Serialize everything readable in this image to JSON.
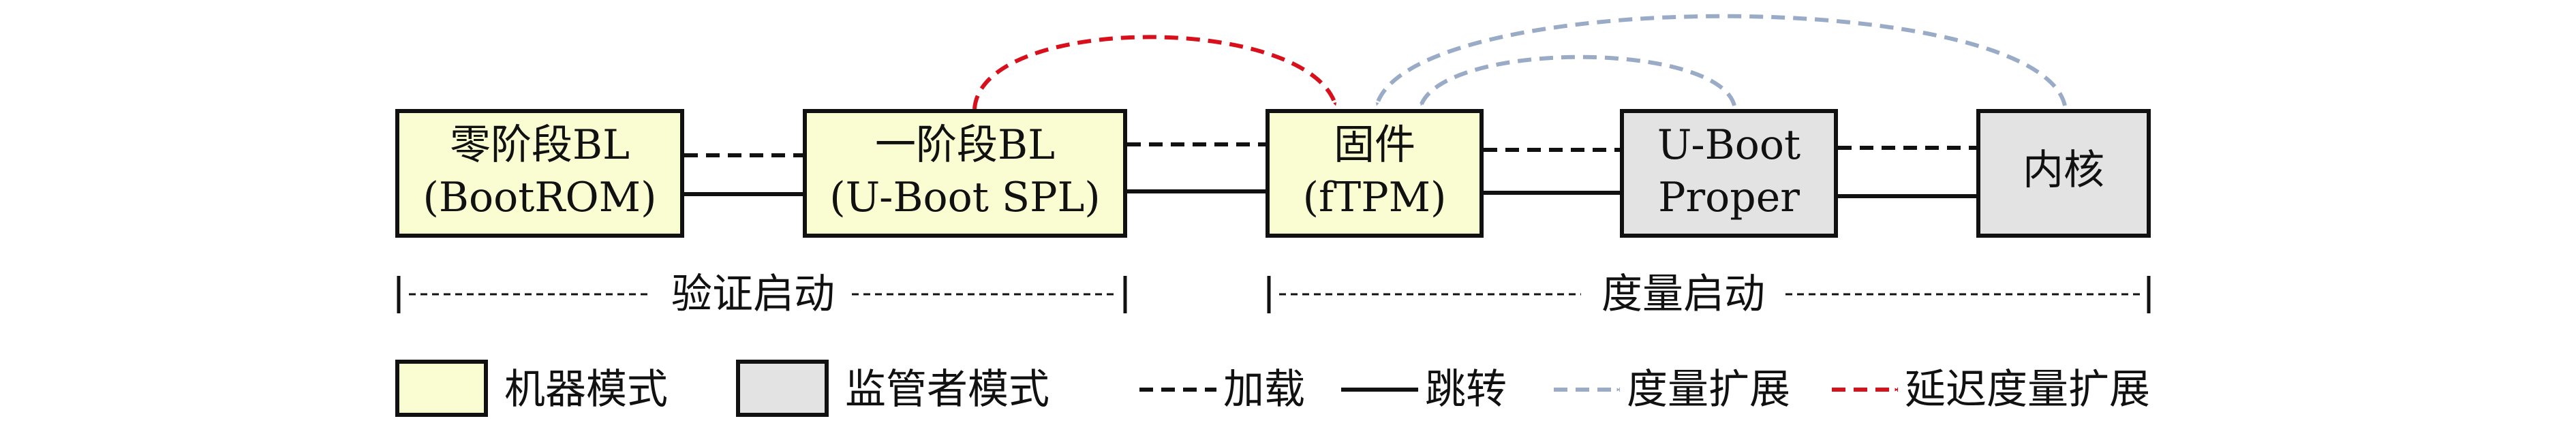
{
  "colors": {
    "machine_mode": "#fafcd2",
    "supervisor_mode": "#e3e3e3",
    "border": "#111111",
    "measure_extend": "#9aabc8",
    "deferred_measure_extend": "#d8101c"
  },
  "nodes": [
    {
      "id": "bl0",
      "line1": "零阶段BL",
      "line2": "(BootROM)",
      "mode": "machine"
    },
    {
      "id": "bl1",
      "line1": "一阶段BL",
      "line2": "(U-Boot SPL)",
      "mode": "machine"
    },
    {
      "id": "fw",
      "line1": "固件",
      "line2": "(fTPM)",
      "mode": "machine"
    },
    {
      "id": "uboot",
      "line1": "U-Boot",
      "line2": "Proper",
      "mode": "supervisor"
    },
    {
      "id": "kernel",
      "line1": "内核",
      "line2": "",
      "mode": "supervisor"
    }
  ],
  "spans": {
    "verified_boot": "验证启动",
    "measured_boot": "度量启动"
  },
  "legend": {
    "machine_mode": "机器模式",
    "supervisor_mode": "监管者模式",
    "load": "加载",
    "jump": "跳转",
    "measure_extend": "度量扩展",
    "deferred_measure_extend": "延迟度量扩展"
  }
}
